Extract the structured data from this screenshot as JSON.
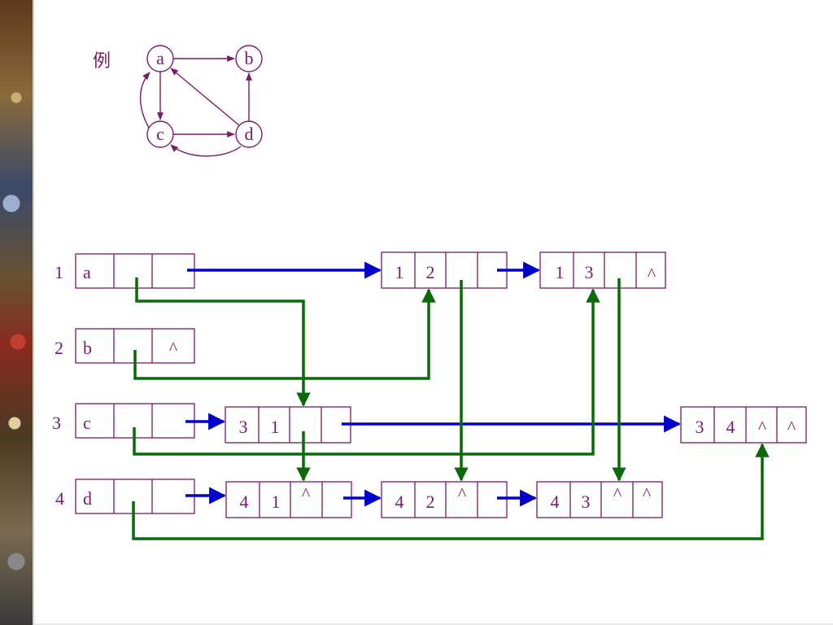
{
  "title": "例",
  "graph": {
    "nodes": [
      "a",
      "b",
      "c",
      "d"
    ],
    "edges": [
      [
        "a",
        "b"
      ],
      [
        "a",
        "c"
      ],
      [
        "c",
        "a"
      ],
      [
        "c",
        "d"
      ],
      [
        "d",
        "a"
      ],
      [
        "d",
        "b"
      ],
      [
        "d",
        "c"
      ]
    ]
  },
  "rows": [
    {
      "index": "1",
      "vertex": "a",
      "cell2": "",
      "cell3": ""
    },
    {
      "index": "2",
      "vertex": "b",
      "cell2": "",
      "cell3": "^"
    },
    {
      "index": "3",
      "vertex": "c",
      "cell2": "",
      "cell3": ""
    },
    {
      "index": "4",
      "vertex": "d",
      "cell2": "",
      "cell3": ""
    }
  ],
  "arcnodes": {
    "n12": [
      "1",
      "2",
      "",
      ""
    ],
    "n13": [
      "1",
      "3",
      "",
      "^"
    ],
    "n31": [
      "3",
      "1",
      "",
      ""
    ],
    "n34": [
      "3",
      "4",
      "^",
      "^"
    ],
    "n41": [
      "4",
      "1",
      "^",
      ""
    ],
    "n42": [
      "4",
      "2",
      "^",
      ""
    ],
    "n43": [
      "4",
      "3",
      "^",
      "^"
    ]
  },
  "colors": {
    "purple": "#7a1a6a",
    "blue": "#0000cc",
    "green": "#0a6a0a"
  }
}
